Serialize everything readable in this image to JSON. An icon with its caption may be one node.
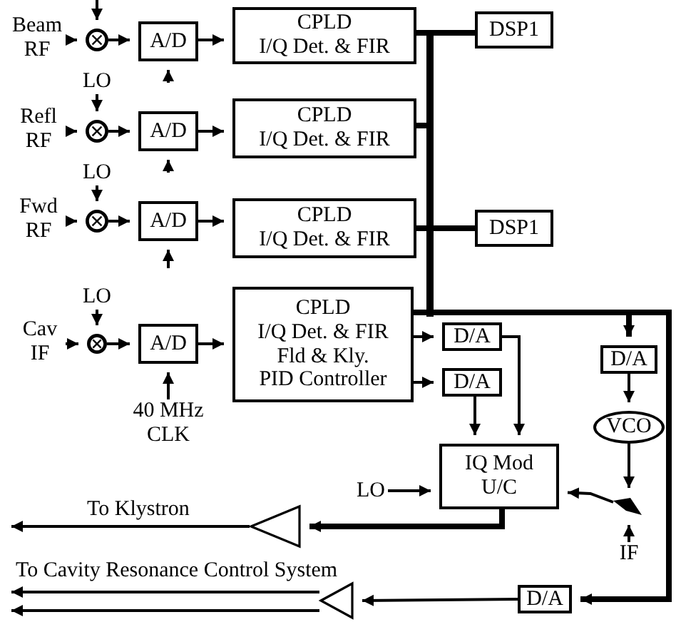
{
  "diagram": {
    "nodes": [
      {
        "text": [
          "Beam RF"
        ]
      },
      {
        "text": [],
        "shape": "circle"
      },
      {
        "text": [
          "A/D"
        ]
      },
      {
        "text": [
          "CPLD",
          "I/Q Det. & FIR"
        ]
      },
      {
        "text": [
          "DSP1"
        ]
      },
      {
        "text": [
          "LO"
        ]
      },
      {
        "text": [
          "Refl RF"
        ]
      },
      {
        "text": [],
        "shape": "circle"
      },
      {
        "text": [
          "A/D"
        ]
      },
      {
        "text": [
          "CPLD",
          "I/Q Det. & FIR"
        ]
      },
      {
        "text": [
          "LO"
        ]
      },
      {
        "text": [
          "Fwd RF"
        ]
      },
      {
        "text": [],
        "shape": "circle"
      },
      {
        "text": [
          "A/D"
        ]
      },
      {
        "text": [
          "CPLD",
          "I/Q Det. & FIR"
        ]
      },
      {
        "text": [
          "DSP1"
        ]
      },
      {
        "text": [
          "LO"
        ]
      },
      {
        "text": [
          "Cav IF"
        ]
      },
      {
        "text": [],
        "shape": "circle"
      },
      {
        "text": [
          "A/D"
        ]
      },
      {
        "text": [
          "CPLD",
          "I/Q Det. & FIR",
          "Fld & Kly.",
          "PID Controller"
        ]
      },
      {
        "text": [
          "40 MHz CLK"
        ]
      },
      {
        "text": [
          "D/A"
        ]
      },
      {
        "text": [
          "D/A"
        ]
      },
      {
        "text": [
          "D/A"
        ]
      },
      {
        "text": [
          "VCO"
        ]
      },
      {
        "text": [
          "IQ Mod",
          "U/C"
        ]
      },
      {
        "text": [
          "LO"
        ]
      },
      {
        "text": [],
        "shape": "switch"
      },
      {
        "text": [
          "IF"
        ]
      },
      {
        "text": [],
        "shape": "triangle"
      },
      {
        "text": [
          "D/A"
        ]
      },
      {
        "text": [],
        "shape": "triangle"
      },
      {
        "text": [],
        "shape": "bar"
      }
    ],
    "edges": [
      {
        "from": null,
        "to": 1,
        "arrow": "to"
      },
      {
        "from": 0,
        "to": 1,
        "arrow": "to"
      },
      {
        "from": 1,
        "to": 2,
        "arrow": "to"
      },
      {
        "from": 2,
        "to": 3,
        "arrow": "to"
      },
      {
        "from": null,
        "to": 2,
        "arrow": "to"
      },
      {
        "from": 5,
        "to": 7,
        "arrow": "to"
      },
      {
        "from": 6,
        "to": 7,
        "arrow": "to"
      },
      {
        "from": 7,
        "to": 8,
        "arrow": "to"
      },
      {
        "from": 8,
        "to": 9,
        "arrow": "to"
      },
      {
        "from": null,
        "to": 8,
        "arrow": "to"
      },
      {
        "from": 10,
        "to": 12,
        "arrow": "to"
      },
      {
        "from": 11,
        "to": 12,
        "arrow": "to"
      },
      {
        "from": 12,
        "to": 13,
        "arrow": "to"
      },
      {
        "from": 13,
        "to": 14,
        "arrow": "to"
      },
      {
        "from": null,
        "to": 13,
        "arrow": "to"
      },
      {
        "from": 16,
        "to": 18,
        "arrow": "to"
      },
      {
        "from": 17,
        "to": 18,
        "arrow": "to"
      },
      {
        "from": 18,
        "to": 19,
        "arrow": "to"
      },
      {
        "from": 19,
        "to": 20,
        "arrow": "to"
      },
      {
        "from": 21,
        "to": 19,
        "arrow": "to"
      },
      {
        "from": 20,
        "to": 22,
        "arrow": "to"
      },
      {
        "from": 20,
        "to": 23,
        "arrow": "to"
      },
      {
        "from": 22,
        "to": 26,
        "arrow": "to"
      },
      {
        "from": 23,
        "to": 26,
        "arrow": "to"
      },
      {
        "from": 27,
        "to": 26,
        "arrow": "to"
      },
      {
        "from": 3,
        "to": 33,
        "arrow": "none",
        "style": "thick"
      },
      {
        "from": 9,
        "to": 33,
        "arrow": "none",
        "style": "thick"
      },
      {
        "from": 14,
        "to": 33,
        "arrow": "none",
        "style": "thick"
      },
      {
        "from": 20,
        "to": 33,
        "arrow": "none",
        "style": "thick"
      },
      {
        "from": 33,
        "to": 4,
        "arrow": "none",
        "style": "thick"
      },
      {
        "from": 33,
        "to": 15,
        "arrow": "none",
        "style": "thick"
      },
      {
        "from": 33,
        "to": 24,
        "arrow": "to",
        "style": "thick"
      },
      {
        "from": 33,
        "to": 31,
        "arrow": "to",
        "style": "thick"
      },
      {
        "from": 24,
        "to": 25,
        "arrow": "to"
      },
      {
        "from": 25,
        "to": 28,
        "arrow": "to"
      },
      {
        "from": 29,
        "to": 28,
        "arrow": "to"
      },
      {
        "from": 28,
        "to": 26,
        "arrow": "to"
      },
      {
        "from": 26,
        "to": 30,
        "arrow": "to",
        "style": "thick"
      },
      {
        "from": 30,
        "to": null,
        "arrow": "to",
        "label": "To Klystron"
      },
      {
        "from": 31,
        "to": 32,
        "arrow": "to"
      },
      {
        "from": 32,
        "to": null,
        "arrow": "to",
        "label": "To Cavity Resonance Control System"
      },
      {
        "from": 32,
        "to": null,
        "arrow": "to"
      }
    ]
  }
}
